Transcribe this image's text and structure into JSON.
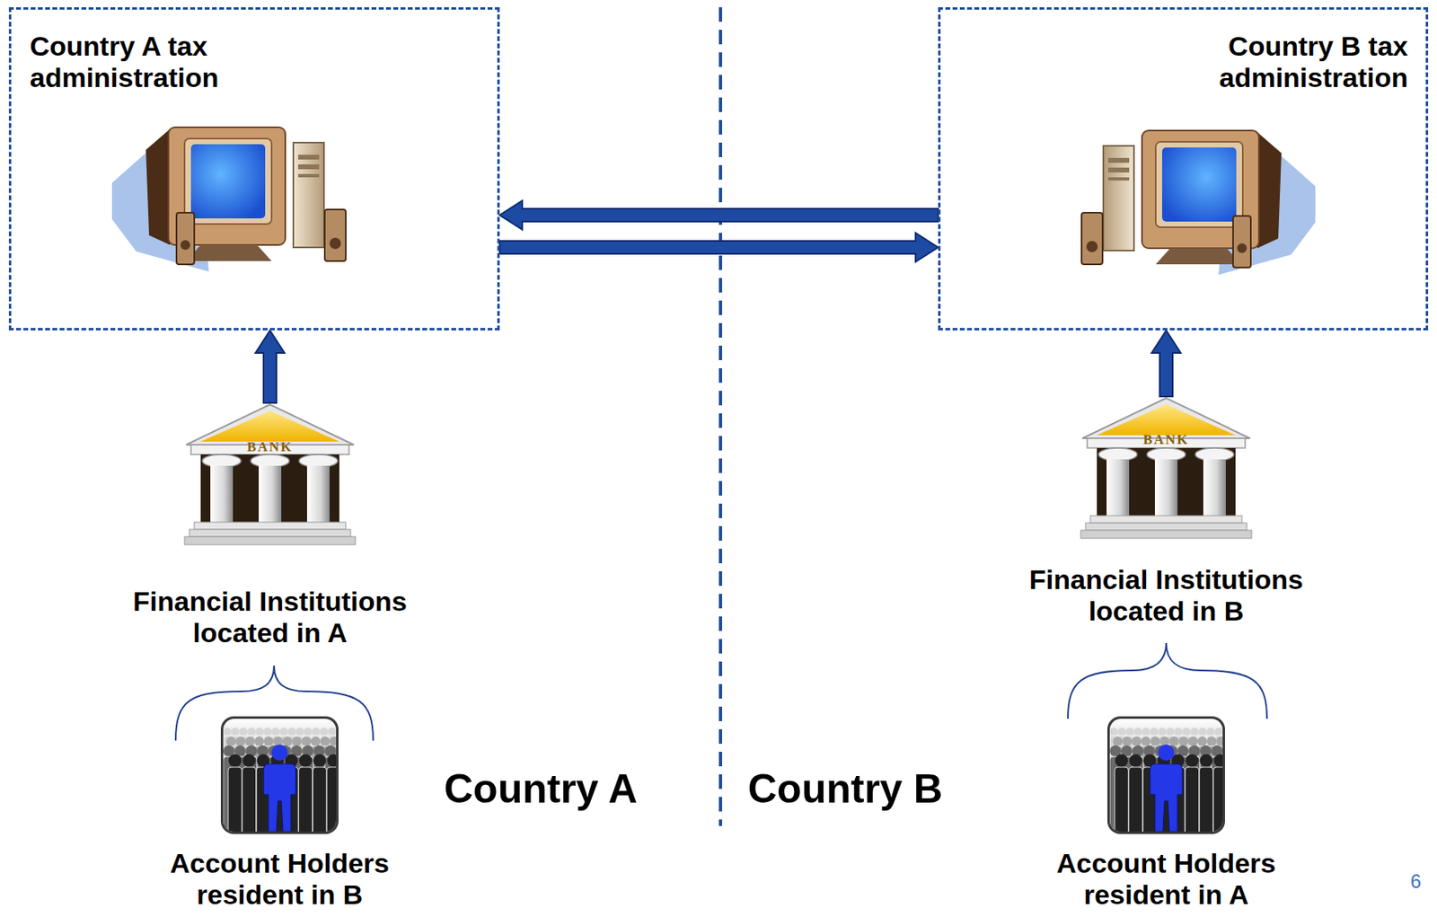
{
  "diagram": {
    "nodes": [
      {
        "text": [
          "Country A tax administration"
        ]
      },
      {
        "text": [
          "Country B tax administration"
        ]
      },
      {
        "text": [
          "Financial Institutions located in A"
        ]
      },
      {
        "text": [
          "Financial Institutions located in B"
        ]
      },
      {
        "text": [
          "Account Holders resident in B"
        ]
      },
      {
        "text": [
          "Account Holders resident in A"
        ]
      }
    ],
    "edges": [
      {
        "from": 2,
        "to": 0,
        "arrow": "to"
      },
      {
        "from": 3,
        "to": 1,
        "arrow": "to"
      },
      {
        "from": 1,
        "to": 0,
        "arrow": "to"
      },
      {
        "from": 0,
        "to": 1,
        "arrow": "to"
      }
    ],
    "labels": [
      "BANK",
      "BANK",
      "Country A",
      "Country B",
      "6"
    ]
  }
}
